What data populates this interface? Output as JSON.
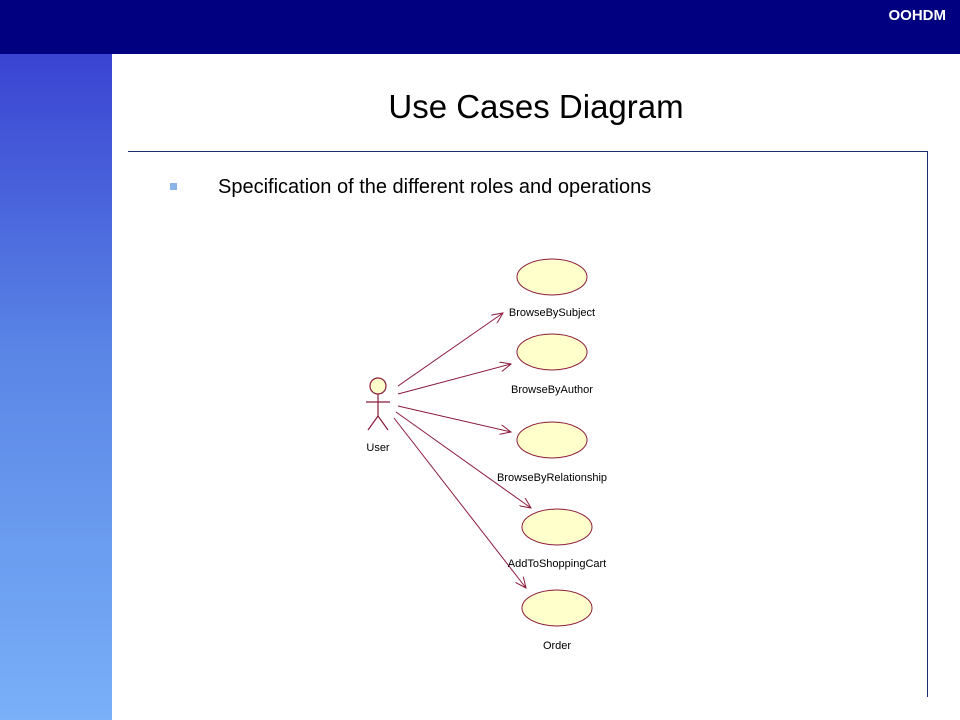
{
  "header": {
    "brand": "OOHDM"
  },
  "slide": {
    "title": "Use Cases Diagram",
    "bullets": [
      "Specification of the different roles and operations"
    ]
  },
  "diagram": {
    "actor": {
      "label": "User"
    },
    "use_cases": [
      {
        "label": "BrowseBySubject"
      },
      {
        "label": "BrowseByAuthor"
      },
      {
        "label": "BrowseByRelationship"
      },
      {
        "label": "AddToShoppingCart"
      },
      {
        "label": "Order"
      }
    ]
  },
  "colors": {
    "header": "#000080",
    "sidebar_top": "#3a44d2",
    "sidebar_bottom": "#79b0f8",
    "use_case_fill": "#ffffcc",
    "association_line": "#8b1a3a",
    "bullet": "#8db4e8"
  }
}
